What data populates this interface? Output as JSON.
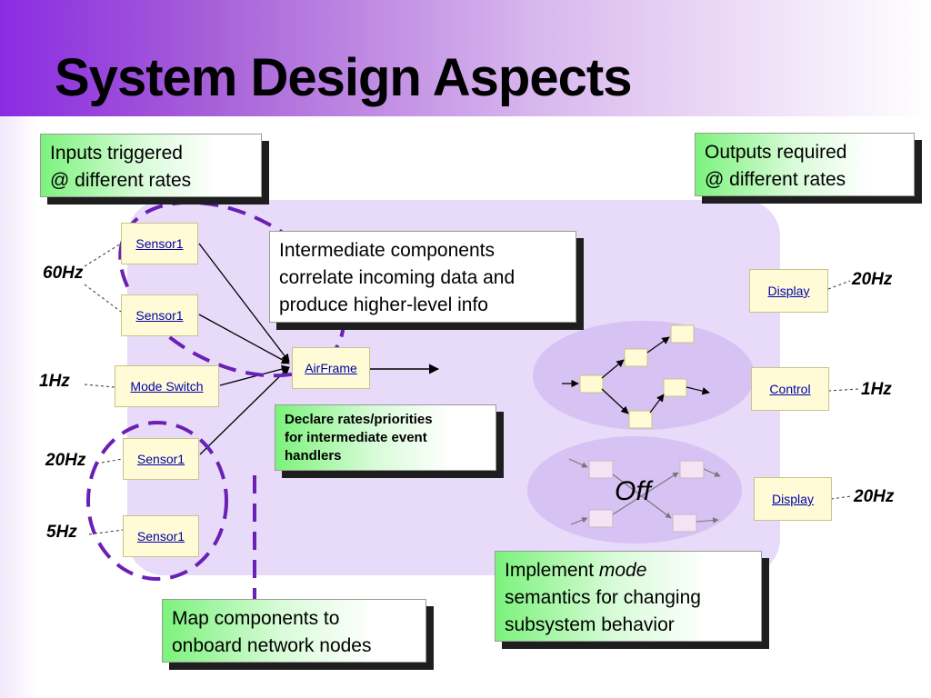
{
  "slide": {
    "title": "System Design Aspects"
  },
  "callouts": {
    "inputs": {
      "line1": "Inputs triggered",
      "line2": "@ different rates"
    },
    "outputs": {
      "line1": "Outputs required",
      "line2": "@ different rates"
    },
    "intermediate": {
      "line1": "Intermediate components",
      "line2": "correlate incoming data and",
      "line3": "produce higher-level info"
    },
    "declare": {
      "line1": "Declare rates/priorities",
      "line2": "for intermediate event",
      "line3": "handlers"
    },
    "mode": {
      "prefix": "Implement ",
      "emph": "mode",
      "line2": "semantics for changing",
      "line3": "subsystem behavior"
    },
    "map": {
      "line1": "Map components to",
      "line2": "onboard network nodes"
    }
  },
  "components": {
    "sensor_a": "Sensor1",
    "sensor_b": "Sensor1",
    "mode_switch": "Mode Switch",
    "sensor_c": "Sensor1",
    "sensor_d": "Sensor1",
    "airframe": "AirFrame",
    "display_top": "Display",
    "control": "Control",
    "display_bottom": "Display"
  },
  "rates": {
    "sixty": "60Hz",
    "one_in": "1Hz",
    "twenty_in": "20Hz",
    "five": "5Hz",
    "twenty_out_top": "20Hz",
    "one_out": "1Hz",
    "twenty_out_bottom": "20Hz"
  },
  "mode_state": "Off",
  "colors": {
    "header_accent": "#8a2be2",
    "panel": "#e7dbf9",
    "dashed_ring": "#6a1fb5",
    "callout_green": "#7cf27c"
  }
}
